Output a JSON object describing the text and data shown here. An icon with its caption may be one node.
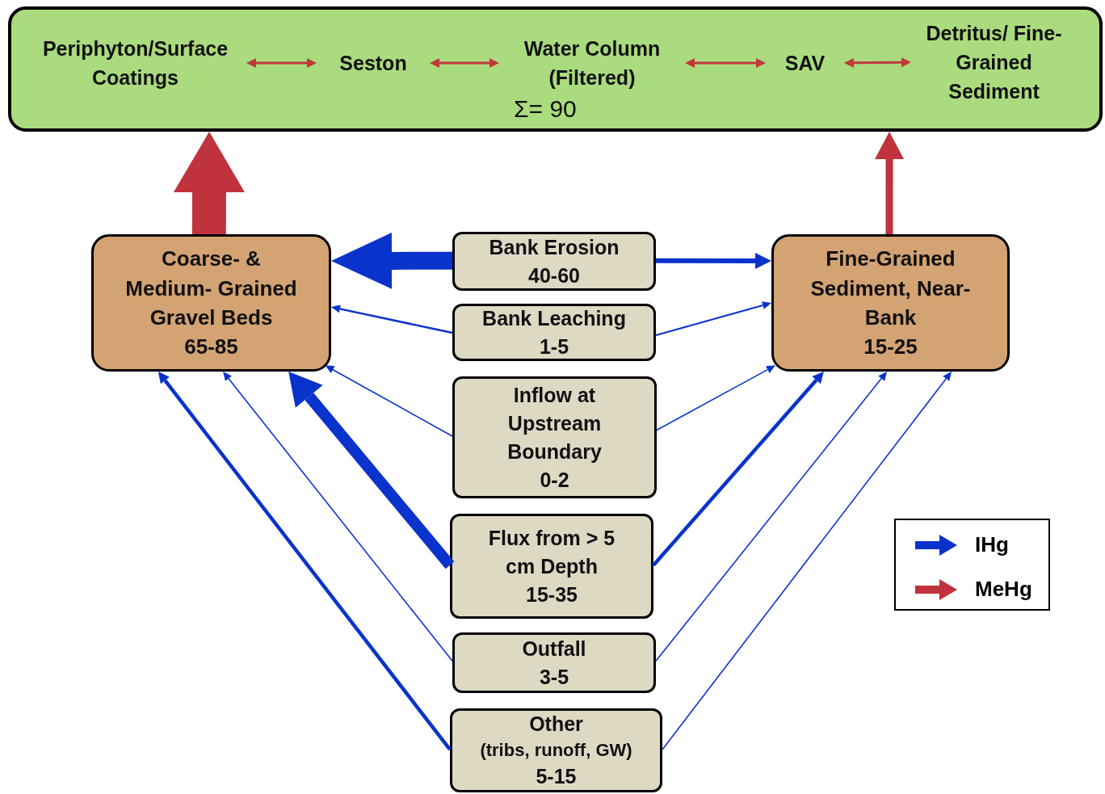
{
  "diagram": {
    "nodes": [
      {
        "text": [
          "Σ= 90"
        ]
      },
      {
        "text": [
          "Periphyton/Surface Coatings"
        ],
        "in": 0
      },
      {
        "text": [
          "Seston"
        ],
        "in": 0
      },
      {
        "text": [
          "Water Column (Filtered)"
        ],
        "in": 0
      },
      {
        "text": [
          "SAV"
        ],
        "in": 0
      },
      {
        "text": [
          "Detritus/ Fine-Grained Sediment"
        ],
        "in": 0
      },
      {
        "text": [
          "Coarse- & Medium- Grained Gravel Beds",
          "65-85"
        ]
      },
      {
        "text": [
          "Fine-Grained Sediment, Near-Bank",
          "15-25"
        ]
      },
      {
        "text": [
          "Bank Erosion",
          "40-60"
        ]
      },
      {
        "text": [
          "Bank Leaching",
          "1-5"
        ]
      },
      {
        "text": [
          "Inflow at Upstream Boundary",
          "0-2"
        ]
      },
      {
        "text": [
          "Flux from > 5 cm Depth",
          "15-35"
        ]
      },
      {
        "text": [
          "Outfall",
          "3-5"
        ]
      },
      {
        "text": [
          "Other",
          "(tribs, runoff, GW)",
          "5-15"
        ]
      }
    ],
    "edges": [
      {
        "from": 1,
        "to": 2,
        "arrow": "both",
        "color": "#c0393b"
      },
      {
        "from": 2,
        "to": 3,
        "arrow": "both",
        "color": "#c0393b"
      },
      {
        "from": 3,
        "to": 4,
        "arrow": "both",
        "color": "#c0393b"
      },
      {
        "from": 4,
        "to": 5,
        "arrow": "both",
        "color": "#c0393b"
      },
      {
        "from": 6,
        "to": 0,
        "arrow": "to",
        "style": "thick",
        "color": "#c0323c"
      },
      {
        "from": 7,
        "to": 0,
        "arrow": "to",
        "style": "thick",
        "color": "#c0323c"
      },
      {
        "from": 8,
        "to": 6,
        "arrow": "to",
        "style": "thick"
      },
      {
        "from": 8,
        "to": 7,
        "arrow": "to",
        "style": "thick"
      },
      {
        "from": 9,
        "to": 6,
        "arrow": "to"
      },
      {
        "from": 9,
        "to": 7,
        "arrow": "to"
      },
      {
        "from": 10,
        "to": 6,
        "arrow": "to"
      },
      {
        "from": 10,
        "to": 7,
        "arrow": "to"
      },
      {
        "from": 11,
        "to": 6,
        "arrow": "to",
        "style": "thick"
      },
      {
        "from": 11,
        "to": 7,
        "arrow": "to"
      },
      {
        "from": 12,
        "to": 6,
        "arrow": "to"
      },
      {
        "from": 12,
        "to": 7,
        "arrow": "to"
      },
      {
        "from": 13,
        "to": 6,
        "arrow": "to"
      },
      {
        "from": 13,
        "to": 7,
        "arrow": "to"
      }
    ],
    "legend": [
      {
        "text": "IHg"
      },
      {
        "text": "MeHg"
      }
    ]
  }
}
